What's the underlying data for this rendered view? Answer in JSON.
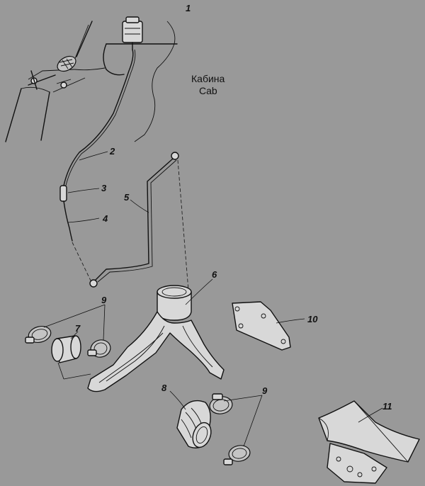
{
  "diagram": {
    "background": "#999999",
    "line_color": "#111111",
    "labels": {
      "cab_ru": "Кабина",
      "cab_en": "Cab",
      "n1": "1",
      "n2": "2",
      "n3": "3",
      "n4": "4",
      "n5": "5",
      "n6": "6",
      "n7": "7",
      "n8": "8",
      "n9a": "9",
      "n9b": "9",
      "n10": "10",
      "n11": "11"
    }
  }
}
